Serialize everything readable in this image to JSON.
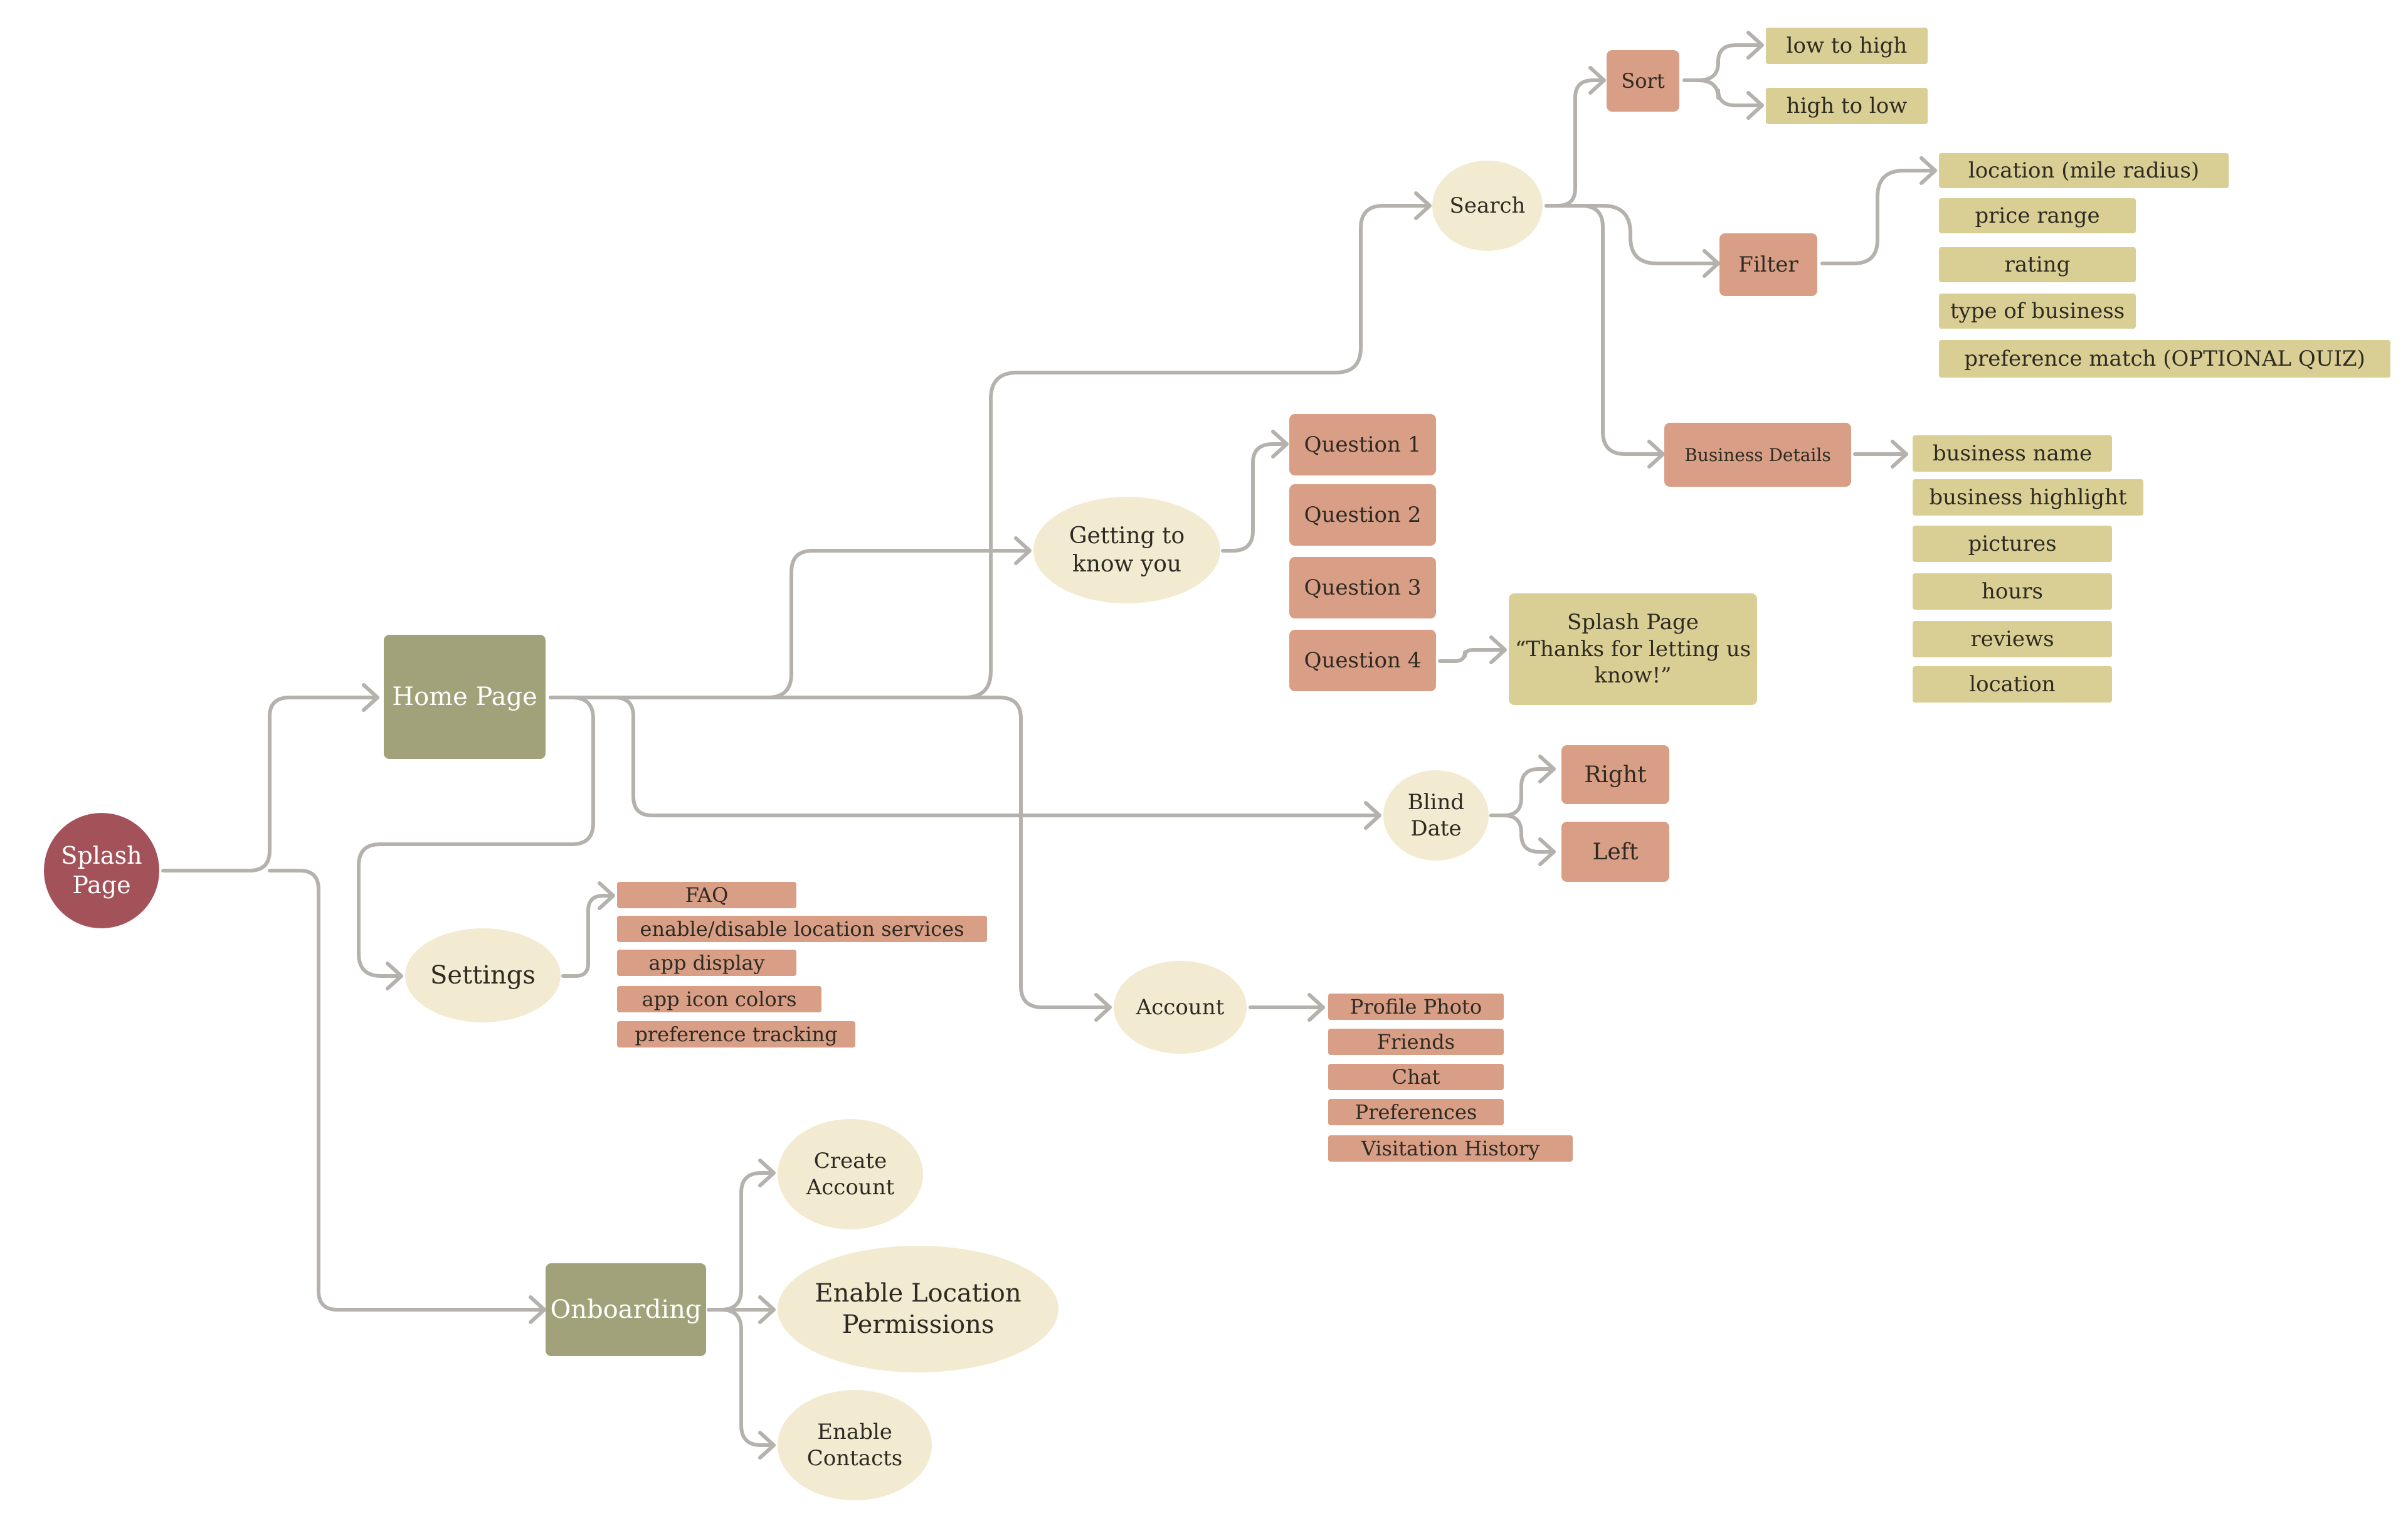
{
  "colors": {
    "splash": "#a4525a",
    "green": "#a1a279",
    "ellipse": "#f2ebd1",
    "salmon": "#d89e86",
    "khaki": "#d9cf95",
    "edge": "#b5b2ad"
  },
  "nodes": {
    "splash": "Splash\nPage",
    "home": "Home Page",
    "onboarding": "Onboarding",
    "search": "Search",
    "getting": "Getting to\nknow you",
    "settings": "Settings",
    "blind": "Blind\nDate",
    "account": "Account",
    "sort": "Sort",
    "filter": "Filter",
    "business_details": "Business Details",
    "low_high": "low to high",
    "high_low": "high to low",
    "f_location": "location (mile radius)",
    "f_price": "price range",
    "f_rating": "rating",
    "f_type": "type of business",
    "f_pref": "preference match (OPTIONAL QUIZ)",
    "b_name": "business name",
    "b_highlight": "business highlight",
    "b_pictures": "pictures",
    "b_hours": "hours",
    "b_reviews": "reviews",
    "b_location": "location",
    "q1": "Question 1",
    "q2": "Question 2",
    "q3": "Question 3",
    "q4": "Question 4",
    "thanks": "Splash Page\n“Thanks for letting us\nknow!”",
    "right": "Right",
    "left": "Left",
    "s_faq": "FAQ",
    "s_location": "enable/disable location services",
    "s_display": "app display",
    "s_icon": "app icon colors",
    "s_pref": "preference tracking",
    "a_photo": "Profile Photo",
    "a_friends": "Friends",
    "a_chat": "Chat",
    "a_prefs": "Preferences",
    "a_history": "Visitation History",
    "create": "Create\nAccount",
    "enable_loc": "Enable Location\nPermissions",
    "enable_contacts": "Enable\nContacts"
  }
}
